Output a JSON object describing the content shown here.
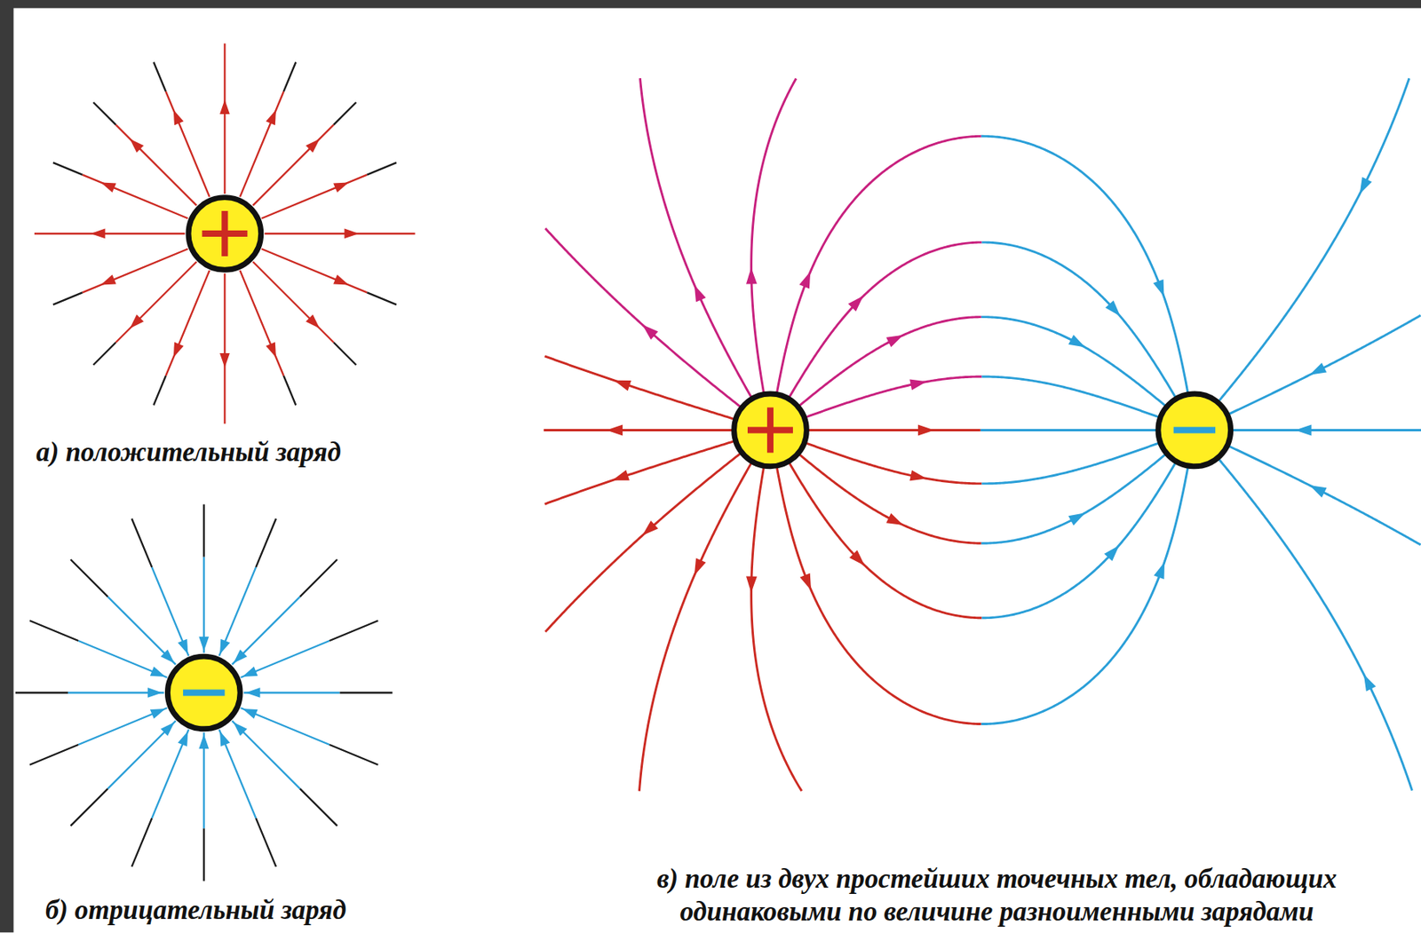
{
  "diagram": {
    "labels": [
      "а) положительный заряд",
      "б) отрицательный заряд",
      "в) поле из двух простейших точечных тел, обладающих одинаковыми по величине разноименными зарядами"
    ]
  }
}
